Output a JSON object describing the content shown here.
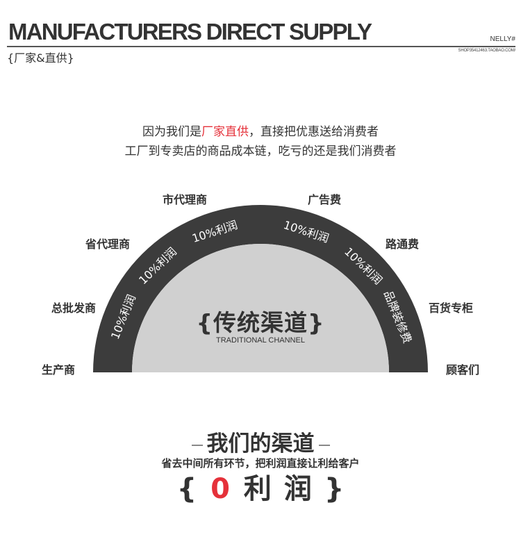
{
  "header": {
    "title": "MANUFACTURERS DIRECT SUPPLY",
    "subtitle": "{厂家&直供}",
    "brand": "NELLY#",
    "shop": "SHOP35412463.TAOBAO.COM/"
  },
  "intro": {
    "line1_pre": "因为我们是",
    "line1_highlight": "厂家直供",
    "line1_post": "，直接把优惠送给消费者",
    "line2": "工厂到专卖店的商品成本链，吃亏的还是我们消费者"
  },
  "diagram": {
    "center_title": "{传统渠道}",
    "center_subtitle": "TRADITIONAL CHANNEL",
    "arc_labels": [
      "10%利润",
      "10%利润",
      "10%利润",
      "10%利润",
      "10%利润",
      "品牌装修费"
    ],
    "left_labels": [
      "生产商",
      "总批发商",
      "省代理商",
      "市代理商"
    ],
    "right_labels": [
      "广告费",
      "路通费",
      "百货专柜",
      "顾客们"
    ],
    "colors": {
      "ring": "#3c3c3c",
      "inner": "#d0d0d0",
      "accent": "#e5313a"
    }
  },
  "bottom": {
    "title": "我们的渠道",
    "tagline": "省去中间所有环节，把利润直接让利给客户",
    "brace_open": "{",
    "zero": "0",
    "profit": "利润",
    "brace_close": "}"
  }
}
